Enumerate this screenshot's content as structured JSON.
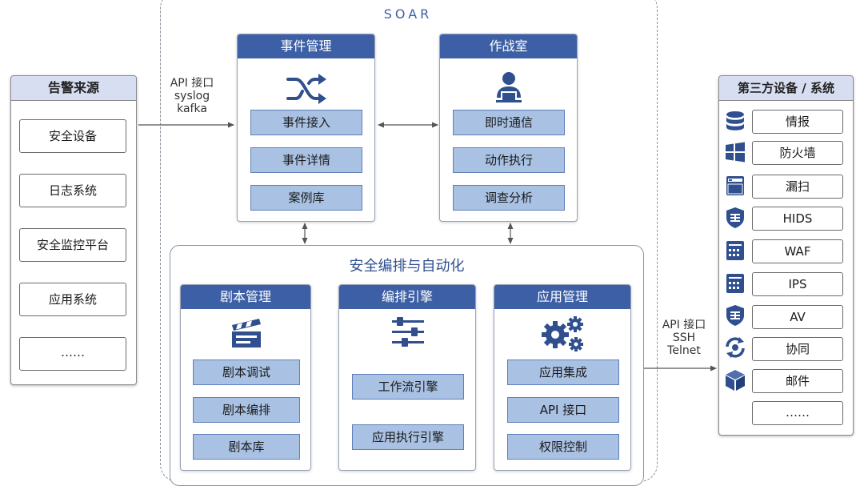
{
  "soar_label": "SOAR",
  "alert_source": {
    "title": "告警来源",
    "items": [
      "安全设备",
      "日志系统",
      "安全监控平台",
      "应用系统",
      "……"
    ]
  },
  "event_mgmt": {
    "title": "事件管理",
    "items": [
      "事件接入",
      "事件详情",
      "案例库"
    ]
  },
  "war_room": {
    "title": "作战室",
    "items": [
      "即时通信",
      "动作执行",
      "调查分析"
    ]
  },
  "orchestration": {
    "title": "安全编排与自动化",
    "playbook": {
      "title": "剧本管理",
      "items": [
        "剧本调试",
        "剧本编排",
        "剧本库"
      ]
    },
    "engine": {
      "title": "编排引擎",
      "items": [
        "工作流引擎",
        "应用执行引擎"
      ]
    },
    "app_mgmt": {
      "title": "应用管理",
      "items": [
        "应用集成",
        "API 接口",
        "权限控制"
      ]
    }
  },
  "left_interface": {
    "line1": "API 接口",
    "line2": "syslog",
    "line3": "kafka"
  },
  "right_interface": {
    "line1": "API 接口",
    "line2": "SSH",
    "line3": "Telnet"
  },
  "third_party": {
    "title": "第三方设备 / 系统",
    "items": [
      {
        "label": "情报",
        "icon": "database-icon"
      },
      {
        "label": "防火墙",
        "icon": "windows-icon"
      },
      {
        "label": "漏扫",
        "icon": "server-icon"
      },
      {
        "label": "HIDS",
        "icon": "shield-icon"
      },
      {
        "label": "WAF",
        "icon": "device-icon"
      },
      {
        "label": "IPS",
        "icon": "device-icon"
      },
      {
        "label": "AV",
        "icon": "shield-icon"
      },
      {
        "label": "协同",
        "icon": "sync-icon"
      },
      {
        "label": "邮件",
        "icon": "cube-icon"
      },
      {
        "label": "……",
        "icon": ""
      }
    ]
  },
  "colors": {
    "header": "#3d5fa5",
    "button": "#a9c2e4",
    "icon": "#2f4f8f"
  }
}
